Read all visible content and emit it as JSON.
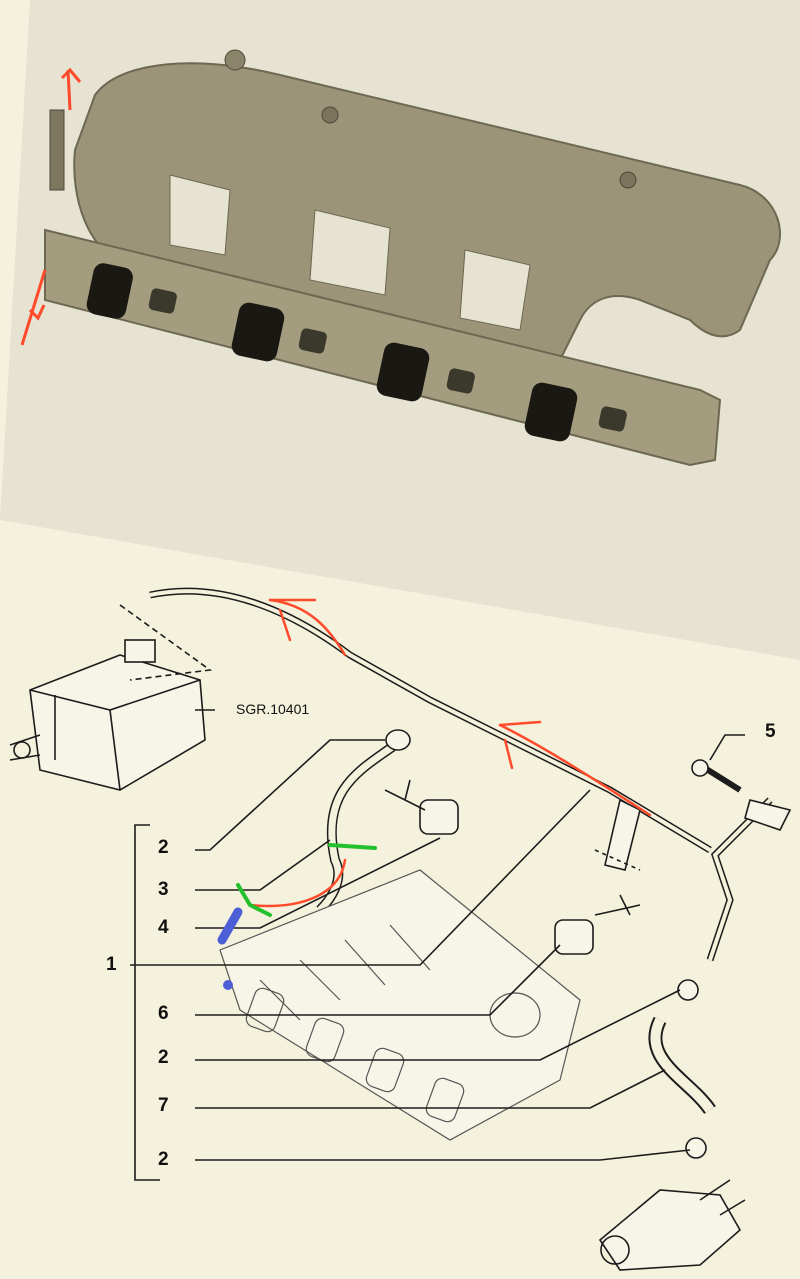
{
  "diagram": {
    "reference_label": "SGR.10401",
    "callouts": [
      {
        "id": "c-2a",
        "text": "2"
      },
      {
        "id": "c-3",
        "text": "3"
      },
      {
        "id": "c-4",
        "text": "4"
      },
      {
        "id": "c-1",
        "text": "1"
      },
      {
        "id": "c-6",
        "text": "6"
      },
      {
        "id": "c-2b",
        "text": "2"
      },
      {
        "id": "c-7",
        "text": "7"
      },
      {
        "id": "c-2c",
        "text": "2"
      },
      {
        "id": "c-5",
        "text": "5"
      }
    ]
  },
  "colors": {
    "background": "#f4f1dc",
    "photo_background": "#e6e3d3",
    "casting": "#9b9478",
    "annotation_red": "#ff4b2b",
    "annotation_green": "#22c02c",
    "annotation_blue": "#4d5fd6",
    "line_art": "#1c1c1c"
  },
  "icons": [
    "intake-manifold-photo",
    "coolant-hose-assembly-diagram",
    "expansion-tank-icon",
    "thermostat-housing-icon"
  ]
}
